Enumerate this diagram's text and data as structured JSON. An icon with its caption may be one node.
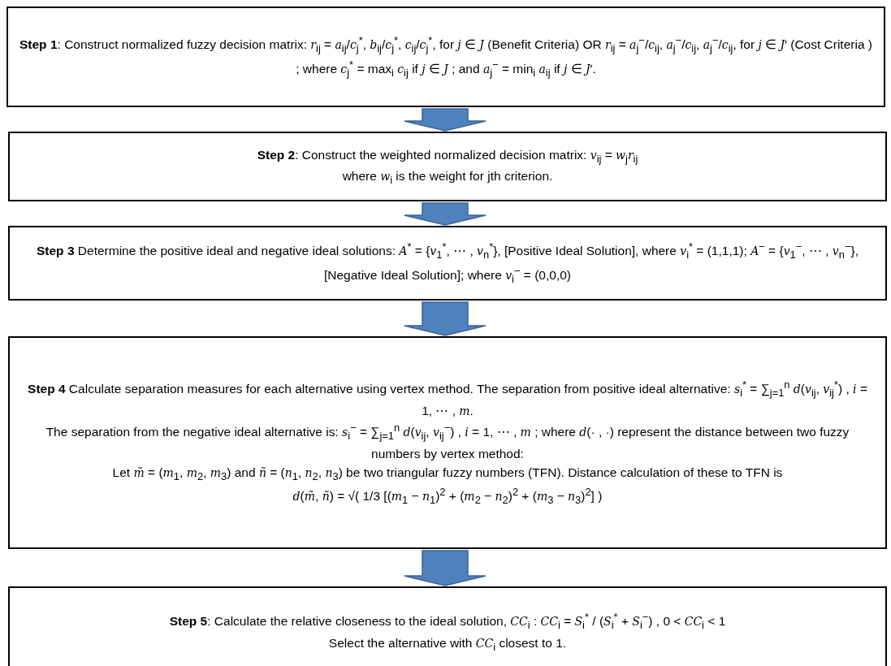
{
  "diagram": {
    "nodes": [
      {
        "text": [
          "**Step 1**: Construct normalized fuzzy decision matrix: *r*$_{ij}$ = *a*$_{ij}$/*c*$_{j}$$^{*}$, *b*$_{ij}$/*c*$_{j}$$^{*}$, *c*$_{ij}$/*c*$_{j}$$^{*}$, for *j* ∈ *J* (Benefit Criteria) OR *r*$_{ij}$ = *a*$_{j}$$^{−}$/*c*$_{ij}$, *a*$_{j}$$^{−}$/*c*$_{ij}$, *a*$_{j}$$^{−}$/*c*$_{ij}$, for *j* ∈ *J*′ (Cost Criteria ) ; where *c*$_{j}$$^{*}$ = max$_{i}$ *c*$_{ij}$ if *j* ∈ *J* ; and *a*$_{j}$$^{−}$ = min$_{i}$ *a*$_{ij}$ if *j* ∈ *J*′."
        ]
      },
      {
        "text": [
          "**Step 2**: Construct the weighted normalized decision matrix: *v*$_{ij}$ = *w*$_{j}$*r*$_{ij}$",
          "where *w*$_{i}$ is the weight for jth criterion."
        ]
      },
      {
        "text": [
          "**Step 3** Determine the positive ideal and negative ideal solutions: *A*$^{*}$ = {*v*$_{1}$$^{*}$, ⋯ , *v*$_{n}$$^{*}$}, [Positive Ideal Solution], where *v*$_{i}$$^{*}$ = (1,1,1); *A*$^{−}$ = {*v*$_{1}$$^{−}$, ⋯ , *v*$_{n}$$^{−}$}, [Negative Ideal Solution]; where *v*$_{i}$$^{−}$ = (0,0,0)"
        ]
      },
      {
        "text": [
          "**Step 4** Calculate separation measures for each alternative using vertex method. The separation from positive ideal alternative: *s*$_{i}$$^{*}$ = ∑$_{j=1}$$^{n}$ *d*(*v*$_{ij}$, *v*$_{ij}$$^{*}$) , *i* = 1, ⋯ , *m*.",
          "The separation from the negative ideal alternative is: *s*$_{i}$$^{−}$ = ∑$_{j=1}$$^{n}$ *d*(*v*$_{ij}$, *v*$_{ij}$$^{−}$) , *i* = 1, ⋯ , *m* ; where *d*(· , ·) represent the distance between two fuzzy numbers by vertex method:",
          "Let *m̃* = (*m*$_{1}$, *m*$_{2}$, *m*$_{3}$) and *ñ* = (*n*$_{1}$, *n*$_{2}$, *n*$_{3}$) be two triangular fuzzy numbers (TFN). Distance calculation of these to TFN is",
          "*d*(*m̃*, *ñ*) = √( 1/3 [(*m*$_{1}$ − *n*$_{1}$)$^{2}$ + (*m*$_{2}$ − *n*$_{2}$)$^{2}$ + (*m*$_{3}$ − *n*$_{3}$)$^{2}$] )"
        ]
      },
      {
        "text": [
          "**Step 5**: Calculate the relative closeness to the ideal solution, *CC*$_{i}$ : *CC*$_{i}$ = *S*$_{i}$$^{*}$ / (*S*$_{i}$$^{*}$ + *S*$_{i}$$^{−}$) , 0 < *CC*$_{i}$ < 1",
          "Select the alternative with *CC*$_{i}$ closest to 1."
        ]
      }
    ],
    "edges": [
      {
        "from": 0,
        "to": 1,
        "arrow": "to"
      },
      {
        "from": 1,
        "to": 2,
        "arrow": "to"
      },
      {
        "from": 2,
        "to": 3,
        "arrow": "to"
      },
      {
        "from": 3,
        "to": 4,
        "arrow": "to"
      }
    ]
  }
}
